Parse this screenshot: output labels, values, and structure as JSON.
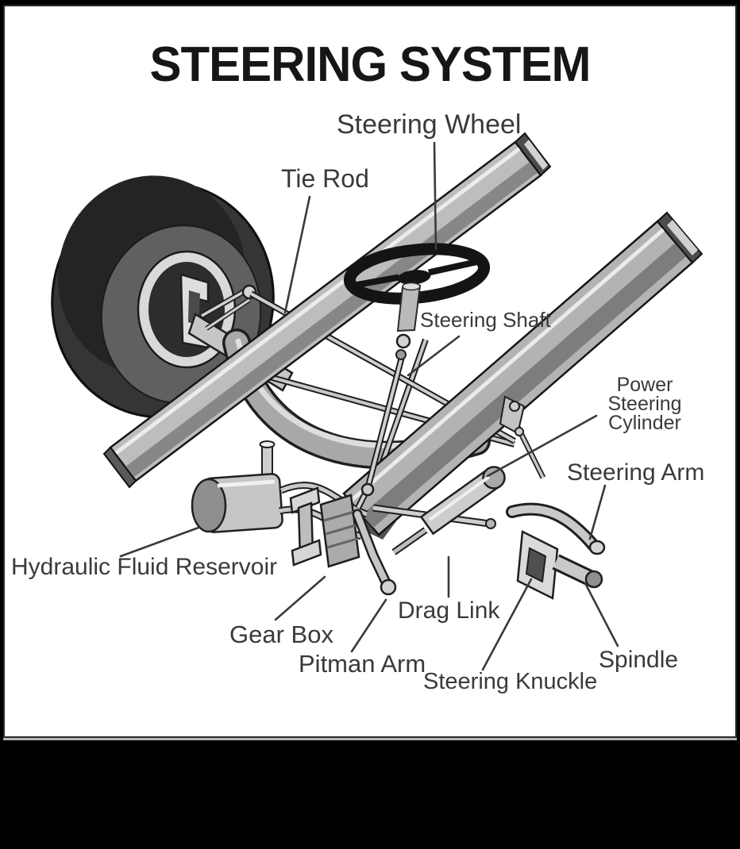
{
  "title": "STEERING SYSTEM",
  "labels": {
    "steering_wheel": "Steering Wheel",
    "tie_rod": "Tie Rod",
    "steering_shaft": "Steering Shaft",
    "power_steering_cylinder": "Power Steering Cylinder",
    "steering_arm": "Steering Arm",
    "hydraulic_fluid_reservoir": "Hydraulic Fluid Reservoir",
    "gear_box": "Gear Box",
    "pitman_arm": "Pitman Arm",
    "drag_link": "Drag Link",
    "steering_knuckle": "Steering Knuckle",
    "spindle": "Spindle"
  },
  "colors": {
    "background": "#000000",
    "panel": "#ffffff",
    "ink": "#3a3a3a",
    "title_ink": "#161616",
    "tire_dark": "#333333",
    "tire_sidewall": "#6b6b6b",
    "metal_light": "#c9c9c9",
    "metal_mid": "#a9a9a9",
    "metal_dark": "#6f6f6f"
  }
}
